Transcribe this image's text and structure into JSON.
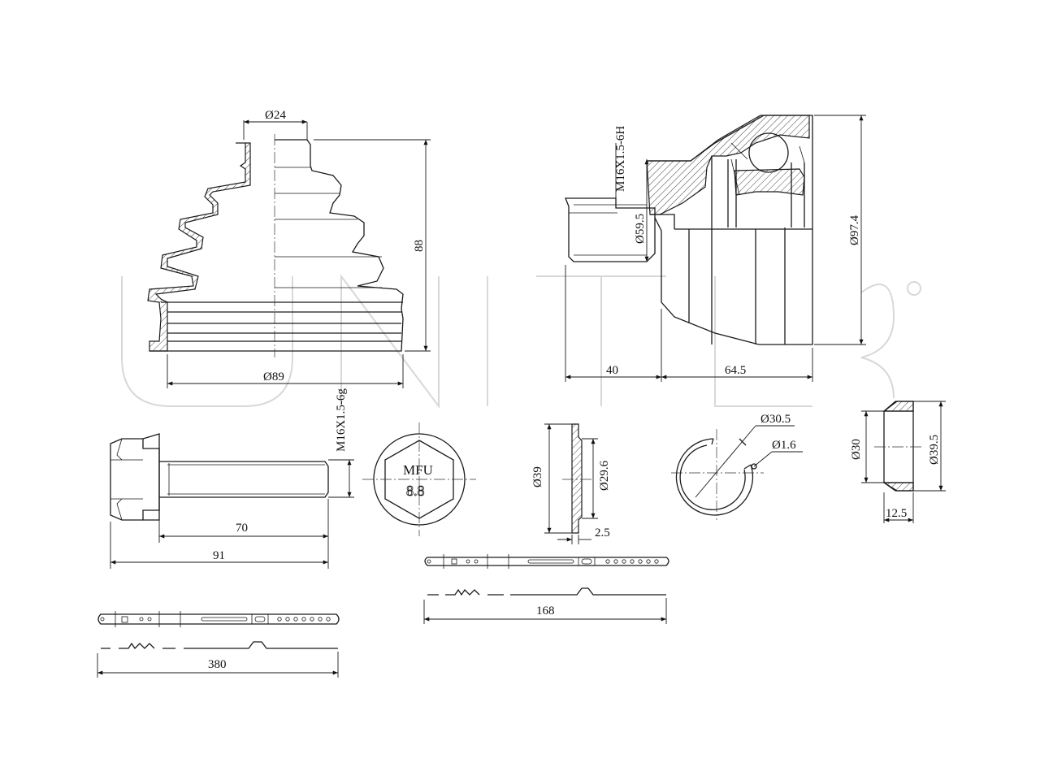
{
  "dimensions": {
    "boot_small_dia": "Ø24",
    "boot_height": "88",
    "boot_large_dia": "Ø89",
    "thread_joint": "M16X1.5-6H",
    "seal_dia": "Ø59.5",
    "outer_dia": "Ø97.4",
    "stub_length": "40",
    "body_length": "64.5",
    "bolt_thread": "M16X1.5-6g",
    "bolt_shank": "70",
    "bolt_total": "91",
    "washer_outer": "Ø39",
    "washer_inner": "Ø29.6",
    "washer_thick": "2.5",
    "circlip_dia": "Ø30.5",
    "circlip_wire": "Ø1.6",
    "ring_inner": "Ø30",
    "ring_outer": "Ø39.5",
    "ring_width": "12.5",
    "clamp_small_len": "168",
    "clamp_large_len": "380"
  },
  "bolt_head": {
    "mark_top": "MFU",
    "mark_bottom": "8.8"
  }
}
